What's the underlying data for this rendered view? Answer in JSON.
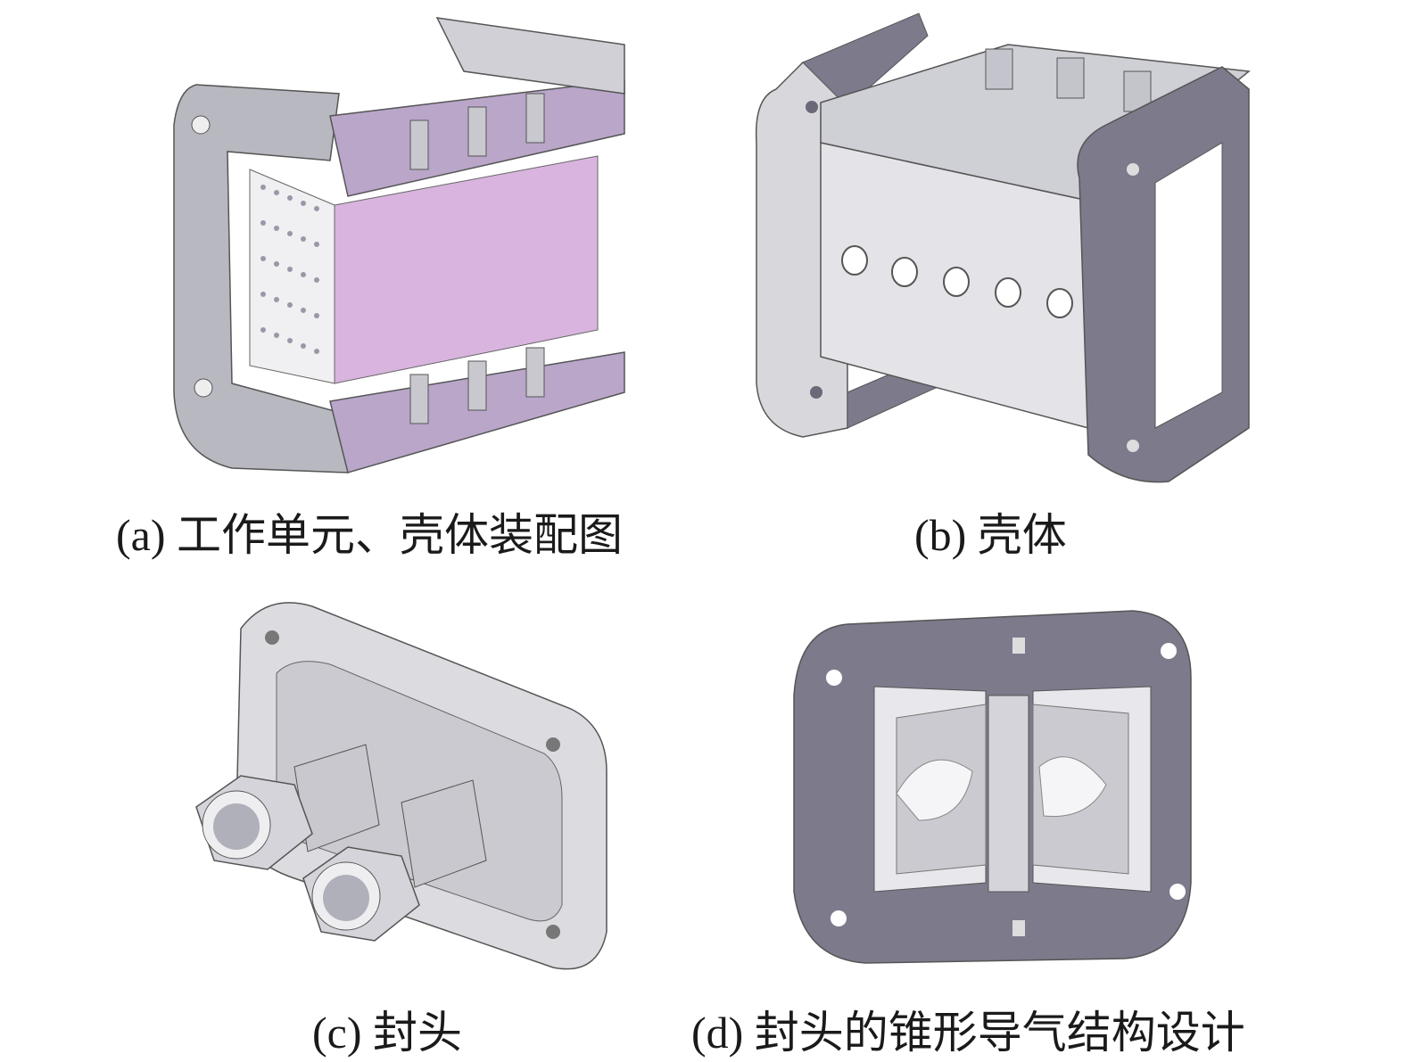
{
  "figure": {
    "panels": [
      {
        "id": "a",
        "caption": "(a) 工作单元、壳体装配图"
      },
      {
        "id": "b",
        "caption": "(b) 壳体"
      },
      {
        "id": "c",
        "caption": "(c) 封头"
      },
      {
        "id": "d",
        "caption": "(d) 封头的锥形导气结构设计"
      }
    ]
  },
  "colors": {
    "metal_light": "#e6e6ea",
    "metal_mid": "#c4c4cc",
    "metal_dark": "#7d7a8c",
    "lavender": "#b9a6c9",
    "pink_panel": "#d8b4de",
    "hole": "#8f8c9c"
  }
}
